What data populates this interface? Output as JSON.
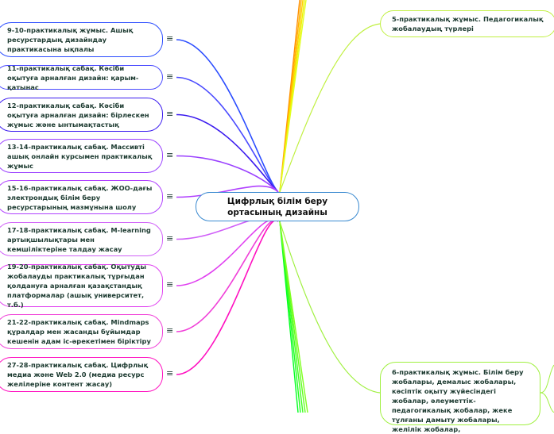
{
  "central_topic": "Цифрлық білім беру ортасының дизайны",
  "left_topics": [
    {
      "label": "9-10-практикалық жұмыс. Ашық ресурстардың дизайндау практикасына ықпалы",
      "color": "#2a4cff"
    },
    {
      "label": "11-практикалық сабақ. Кәсіби оқытуға арналған дизайн: қарым-қатынас",
      "color": "#4a4aff"
    },
    {
      "label": "12-практикалық сабақ. Кәсіби оқытуға арналған дизайн: бірлескен жұмыс және ынтымақтастық",
      "color": "#3a1aef"
    },
    {
      "label": "13-14-практикалық сабақ. Массивті ашық онлайн курсымен практикалық жұмыс",
      "color": "#9a40ff"
    },
    {
      "label": "15-16-практикалық сабақ. ЖОО-дағы электрондық білім беру ресурстарының мазмұнына шолу",
      "color": "#b040ff"
    },
    {
      "label": "17-18-практикалық сабақ. M-learning артықшылықтары мен кемшіліктеріне талдау жасау",
      "color": "#d060f8"
    },
    {
      "label": "19-20-практикалық сабақ. Оқытуды жобалауды практикалық тұрғыдан қолдануға арналған қазақстандық платформалар (ашық университет, т.б.)",
      "color": "#e040f0"
    },
    {
      "label": "21-22-практикалық сабақ. Mindmaps құралдар мен жасанды бұйымдар кешенін адам іс-әрекетімен біріктіру",
      "color": "#f040d8"
    },
    {
      "label": "27-28-практикалық сабақ. Цифрлық медиа және Web 2.0 (медиа ресурс желілеріне контент жасау)",
      "color": "#ff10c0"
    }
  ],
  "right_topics": [
    {
      "label": "5-практикалық жұмыс. Педагогикалық жобалаудың түрлері",
      "color": "#c0f040"
    },
    {
      "label": "6-практикалық жұмыс. Білім беру жобалары, демалыс жобалары, кәсіптік оқыту жүйесіндегі жобалар, әлеуметтік-педагогикалық жобалар, жеке тұлғаны дамыту жобалары, желілік жобалар,",
      "color": "#a0f040"
    }
  ],
  "menu_icon": "≡"
}
